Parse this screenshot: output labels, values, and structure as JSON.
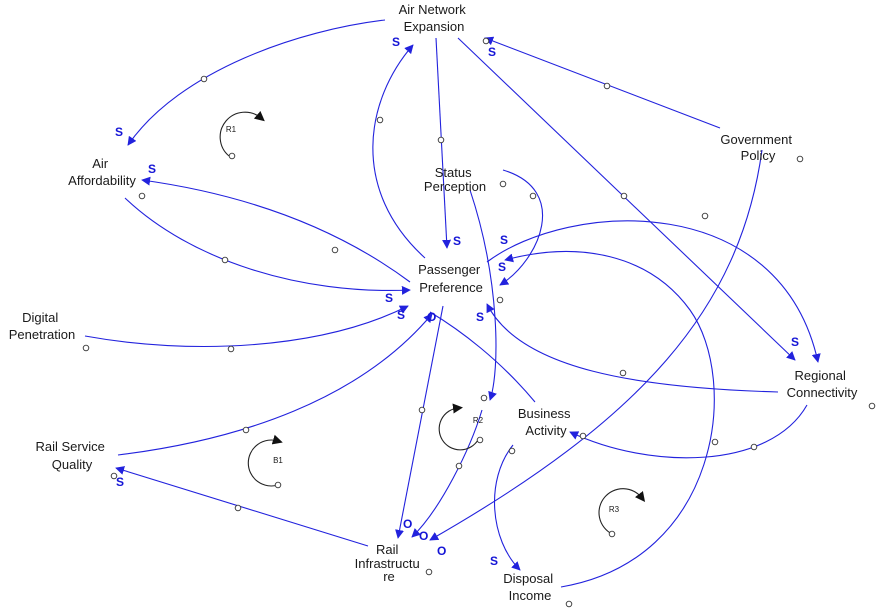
{
  "variables": {
    "air_network_expansion": [
      "Air Network",
      "Expansion"
    ],
    "air_affordability": [
      "Air",
      "Affordability"
    ],
    "status_perception": [
      "Status",
      "Perception"
    ],
    "government_policy": [
      "Government",
      "Policy"
    ],
    "passenger_preference": [
      "Passenger",
      "Preference"
    ],
    "digital_penetration": [
      "Digital",
      "Penetration"
    ],
    "regional_connectivity": [
      "Regional",
      "Connectivity"
    ],
    "business_activity": [
      "Business",
      "Activity"
    ],
    "rail_service_quality": [
      "Rail Service",
      "Quality"
    ],
    "rail_infrastructure": [
      "Rail",
      "Infrastructu",
      "re"
    ],
    "disposal_income": [
      "Disposal",
      "Income"
    ]
  },
  "loops": {
    "r1": "R1",
    "r2": "R2",
    "r3": "R3",
    "b1": "B1"
  },
  "polarity": {
    "same": "S",
    "opposite": "O"
  },
  "colors": {
    "link": "#2222dd",
    "polarity": "#1414d6",
    "loop": "#222222"
  }
}
